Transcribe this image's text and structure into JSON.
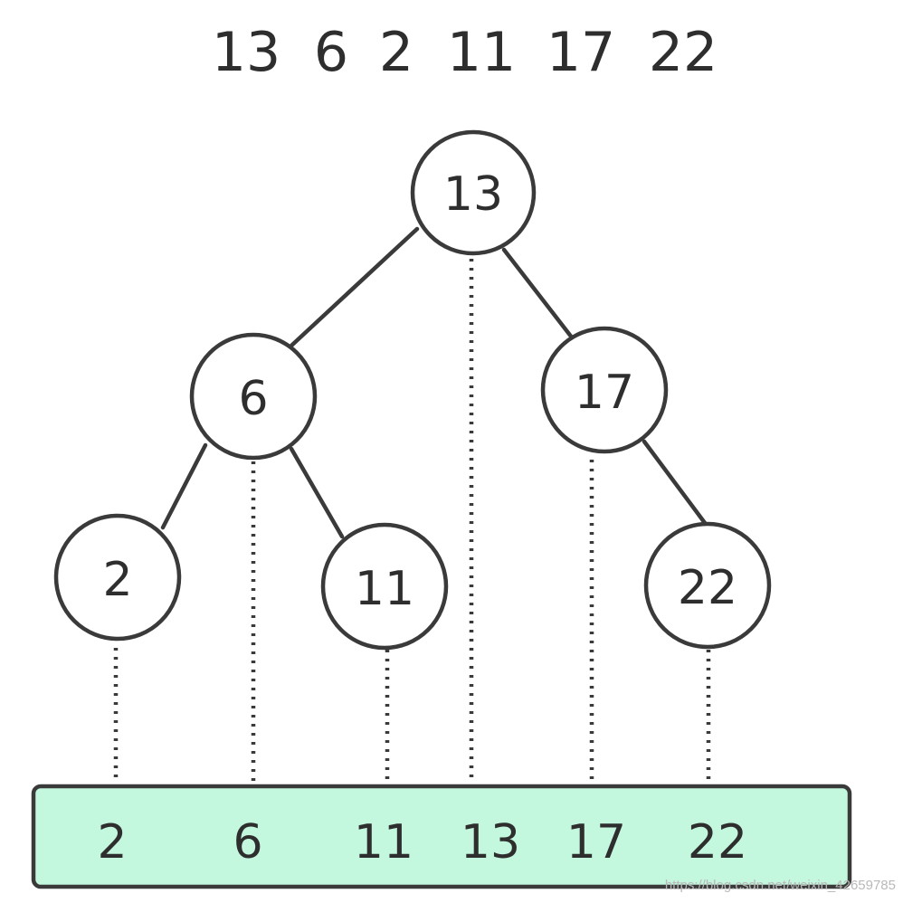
{
  "input_sequence": [
    "13",
    "6",
    "2",
    "11",
    "17",
    "22"
  ],
  "tree": {
    "nodes": [
      {
        "id": "n13",
        "label": "13"
      },
      {
        "id": "n6",
        "label": "6"
      },
      {
        "id": "n17",
        "label": "17"
      },
      {
        "id": "n2",
        "label": "2"
      },
      {
        "id": "n11",
        "label": "11"
      },
      {
        "id": "n22",
        "label": "22"
      }
    ],
    "edges": [
      [
        "n13",
        "n6"
      ],
      [
        "n13",
        "n17"
      ],
      [
        "n6",
        "n2"
      ],
      [
        "n6",
        "n11"
      ],
      [
        "n17",
        "n22"
      ]
    ]
  },
  "sorted_output": [
    "2",
    "6",
    "11",
    "13",
    "17",
    "22"
  ],
  "watermark": "https://blog.csdn.net/weixin_42659785",
  "colors": {
    "result_fill": "#c3f7de",
    "stroke": "#3a3a3a",
    "text": "#2e2e2e"
  }
}
